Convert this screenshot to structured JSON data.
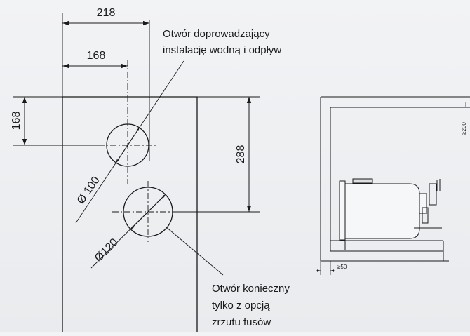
{
  "dimensions": {
    "width_outer": "218",
    "width_inner": "168",
    "height_left": "168",
    "height_right": "288",
    "hole_small": "Ø 100",
    "hole_large": "Ø120"
  },
  "notes": {
    "water_hole": [
      "Otwór doprowadzający",
      "instalację wodną i odpływ"
    ],
    "grounds_hole": [
      "Otwór konieczny",
      "tylko z opcją",
      "zrzutu fusów"
    ]
  },
  "side_view": {
    "top_clearance": "≥200",
    "side_clearance": "≥50"
  },
  "colors": {
    "line": "#1a1a1a",
    "background": "#eceef1"
  }
}
